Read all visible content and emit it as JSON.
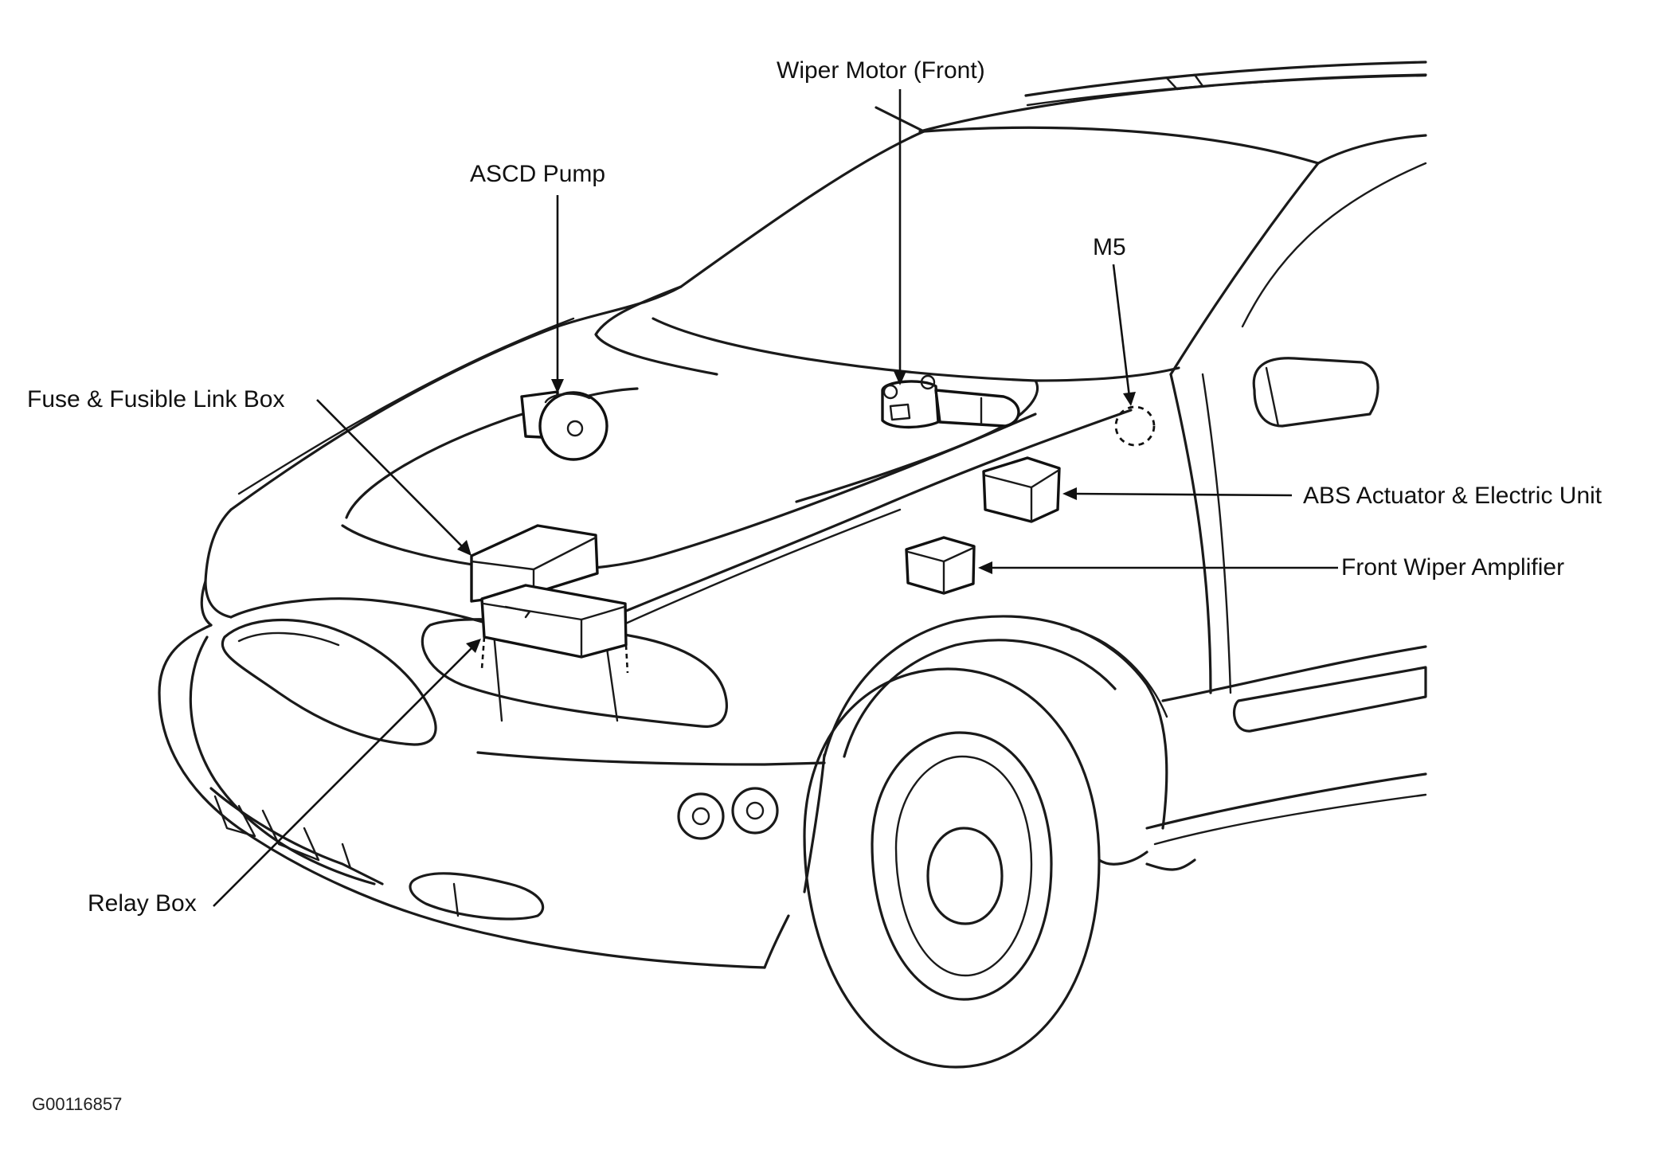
{
  "labels": {
    "wiper_motor": "Wiper Motor (Front)",
    "ascd_pump": "ASCD Pump",
    "m5": "M5",
    "fuse_box": "Fuse & Fusible Link Box",
    "abs_unit": "ABS Actuator & Electric Unit",
    "wiper_amp": "Front Wiper Amplifier",
    "relay_box": "Relay Box"
  },
  "figure_code": "G00116857",
  "colors": {
    "line": "#1a1a1a",
    "background": "#ffffff"
  }
}
